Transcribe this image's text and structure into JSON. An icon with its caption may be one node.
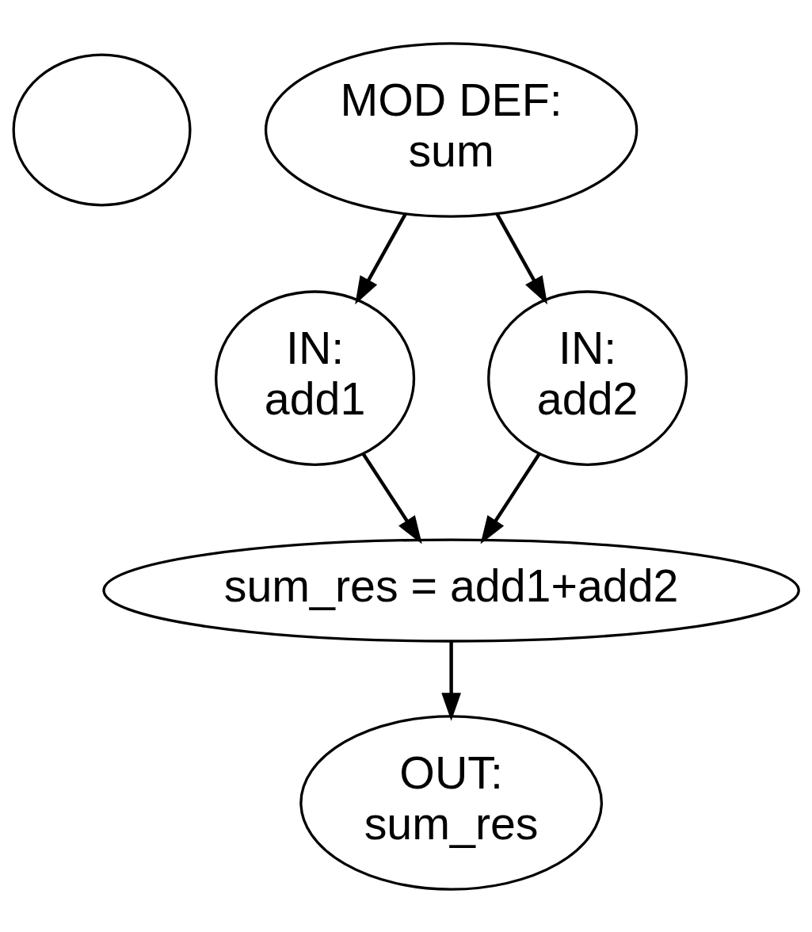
{
  "diagram": {
    "nodes": [
      {
        "text": [],
        "shape": "ellipse"
      },
      {
        "text": [
          "MOD DEF: sum"
        ]
      },
      {
        "text": [
          "IN: add1"
        ]
      },
      {
        "text": [
          "IN: add2"
        ]
      },
      {
        "text": [
          "sum_res = add1+add2"
        ]
      },
      {
        "text": [
          "OUT: sum_res"
        ]
      }
    ],
    "edges": [
      {
        "from": 1,
        "to": 2,
        "arrow": "to"
      },
      {
        "from": 1,
        "to": 3,
        "arrow": "to"
      },
      {
        "from": 2,
        "to": 4,
        "arrow": "to"
      },
      {
        "from": 3,
        "to": 4,
        "arrow": "to"
      },
      {
        "from": 4,
        "to": 5,
        "arrow": "to"
      }
    ]
  }
}
